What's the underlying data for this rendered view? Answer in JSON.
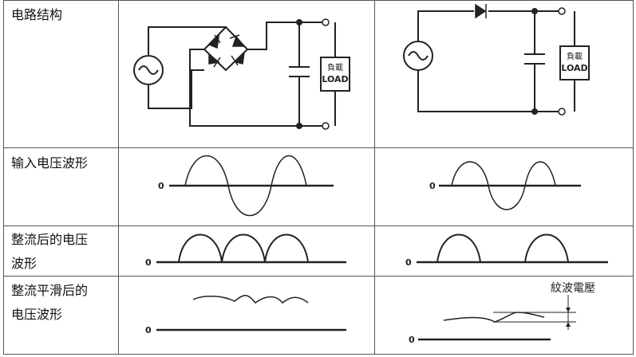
{
  "rows": [
    {
      "label": "电路结构"
    },
    {
      "label": "输入电压波形"
    },
    {
      "label": "整流后的电压波形",
      "label_lines": [
        "整流后的电压",
        "波形"
      ]
    },
    {
      "label": "整流平滑后的电压波形",
      "label_lines": [
        "整流平滑后的",
        "电压波形"
      ]
    }
  ],
  "circuit": {
    "load_text_line1": "負載",
    "load_text_line2": "LOAD"
  },
  "waveform": {
    "zero_label": "0"
  },
  "ripple_annotation": "紋波電壓"
}
